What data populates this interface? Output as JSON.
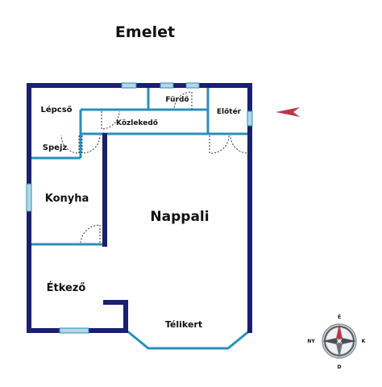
{
  "title": "Emelet",
  "rooms": {
    "lepcso": "Lépcső",
    "furdo": "Fürdő",
    "eloter": "Előtér",
    "kozlekedo": "Közlekedő",
    "spejz": "Spejz",
    "konyha": "Konyha",
    "nappali": "Nappali",
    "etkezo": "Étkező",
    "telikert": "Télikert"
  },
  "compass": {
    "north": "É",
    "south": "D",
    "east": "K",
    "west": "NY"
  },
  "entrance_arrow": {
    "icon": "arrow-left-icon",
    "color": "#c0334d"
  },
  "colors": {
    "outer_wall": "#1a1f6e",
    "inner_wall": "#2a8fb8",
    "window": "#b5d7ea"
  }
}
